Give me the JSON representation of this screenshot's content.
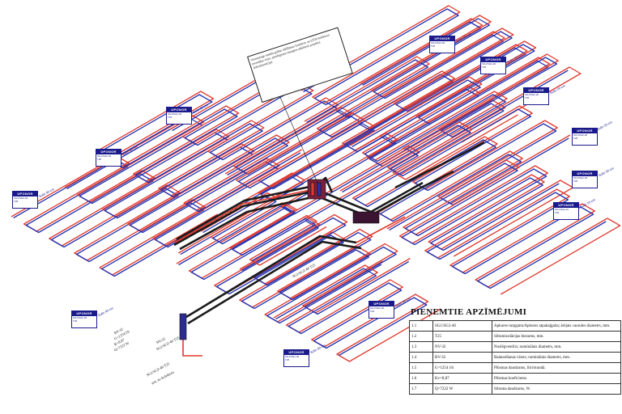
{
  "brand": {
    "logo_text": "UPONOR",
    "line_color": "#1a1a8c",
    "supply_color": "#e03a2e",
    "return_color": "#2433b0"
  },
  "zones": [
    {
      "id": "z1",
      "tag_lines": [
        "SG1/SG2-40",
        "T25"
      ],
      "side": "Solis 40 cm"
    },
    {
      "id": "z2",
      "tag_lines": [
        "SG1/SG2-40",
        "T25"
      ],
      "side": "Solis 40 cm"
    },
    {
      "id": "z3",
      "tag_lines": [
        "SG1/SG2-40",
        "T25"
      ],
      "side": "Solis 40 cm"
    },
    {
      "id": "z4",
      "tag_lines": [
        "SG1/SG2-20",
        "T25"
      ],
      "side": "Solis 20 cm"
    },
    {
      "id": "z5",
      "tag_lines": [
        "SG1/SG2-20",
        "T25"
      ],
      "side": "Solis 20 cm"
    },
    {
      "id": "z6",
      "tag_lines": [
        "SG1/SG2-20",
        "T25"
      ],
      "side": "Solis 20 cm"
    },
    {
      "id": "z7",
      "tag_lines": [
        "SG1/SG2-20",
        "T25"
      ],
      "side": "Solis 20 cm"
    },
    {
      "id": "z8",
      "tag_lines": [
        "SG1/SG2-30",
        "T25"
      ],
      "side": "Solis 30 cm"
    },
    {
      "id": "z9",
      "tag_lines": [
        "SG1/SG2-10",
        "T25"
      ],
      "side": "Solis 10 cm"
    },
    {
      "id": "z10",
      "tag_lines": [
        "SG1/SG2-30",
        "T25"
      ],
      "side": "Solis 30 cm"
    },
    {
      "id": "z11",
      "tag_lines": [
        "SG1/SG2-40",
        "T25"
      ],
      "side": "Solis 40 cm"
    },
    {
      "id": "z12",
      "tag_lines": [
        "SG1/SG2-40",
        "T25"
      ],
      "side": "Solis 40 cm"
    }
  ],
  "note": {
    "text": "Vienmērīgi sadalīt grīdas sildīšanas kontūrus un UFH kolektora montāžas vietu, pieslēgumu mezglus atbilstoši projekta dokumentācijai."
  },
  "riser_labels": [
    "BV-32",
    "G=1254 l/h",
    "K=8,87",
    "Q=7222 W",
    "NV-32",
    "SG1/SG2-40 T25",
    "SG1/SG2-40 T25"
  ],
  "bottom_labels": [
    "SG1/SG2-40 T25",
    "sist. no kolektora"
  ],
  "legend": {
    "title": "PIEŅEMTIE APZĪMĒJUMI",
    "rows": [
      {
        "num": "1.1",
        "code": "SG1/SG2-40",
        "desc": "Apkures turpgaita/Apkures atpakaļgaita; ārējais caurules diametrs, mm."
      },
      {
        "num": "1.2",
        "code": "T25",
        "desc": "Siltumizolācijas biezums, mm."
      },
      {
        "num": "1.3",
        "code": "NV-32",
        "desc": "Noslēgventilis; nominālais diametrs, mm."
      },
      {
        "num": "1.4",
        "code": "BV-32",
        "desc": "Balansēšanas vārsts; nominālais diametrs, mm."
      },
      {
        "num": "1.5",
        "code": "G=1254 l/h",
        "desc": "Plūsmas daudzums, litri/stundā."
      },
      {
        "num": "1.6",
        "code": "Kv=8,87",
        "desc": "Plūsmas koeficients."
      },
      {
        "num": "1.7",
        "code": "Q=7222 W",
        "desc": "Siltuma daudzums, W."
      }
    ]
  }
}
